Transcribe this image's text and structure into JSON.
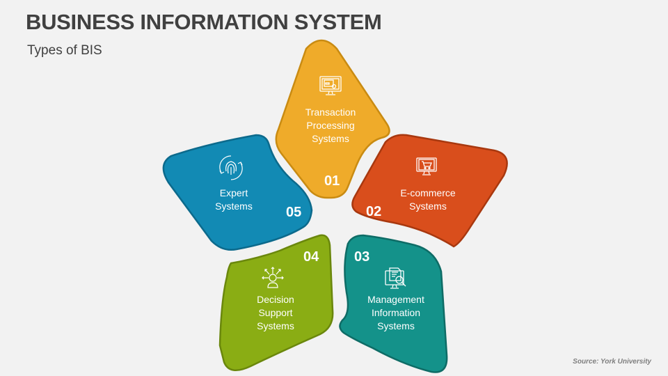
{
  "header": {
    "title": "BUSINESS INFORMATION SYSTEM",
    "subtitle": "Types of BIS"
  },
  "items": [
    {
      "number": "01",
      "label_lines": [
        "Transaction",
        "Processing",
        "Systems"
      ],
      "icon": "computer-settings-icon",
      "color": "#efab2a",
      "stroke": "#c98b12"
    },
    {
      "number": "02",
      "label_lines": [
        "E-commerce",
        "Systems"
      ],
      "icon": "computer-cart-icon",
      "color": "#d94e1c",
      "stroke": "#a8380f"
    },
    {
      "number": "03",
      "label_lines": [
        "Management",
        "Information",
        "Systems"
      ],
      "icon": "document-search-computer-icon",
      "color": "#14928a",
      "stroke": "#0e6c66"
    },
    {
      "number": "04",
      "label_lines": [
        "Decision",
        "Support",
        "Systems"
      ],
      "icon": "person-decision-arrows-icon",
      "color": "#8aad14",
      "stroke": "#6a870c"
    },
    {
      "number": "05",
      "label_lines": [
        "Expert",
        "Systems"
      ],
      "icon": "fingerprint-cycle-icon",
      "color": "#128ab4",
      "stroke": "#0c6a8c"
    }
  ],
  "footer": {
    "source": "Source: York University"
  }
}
